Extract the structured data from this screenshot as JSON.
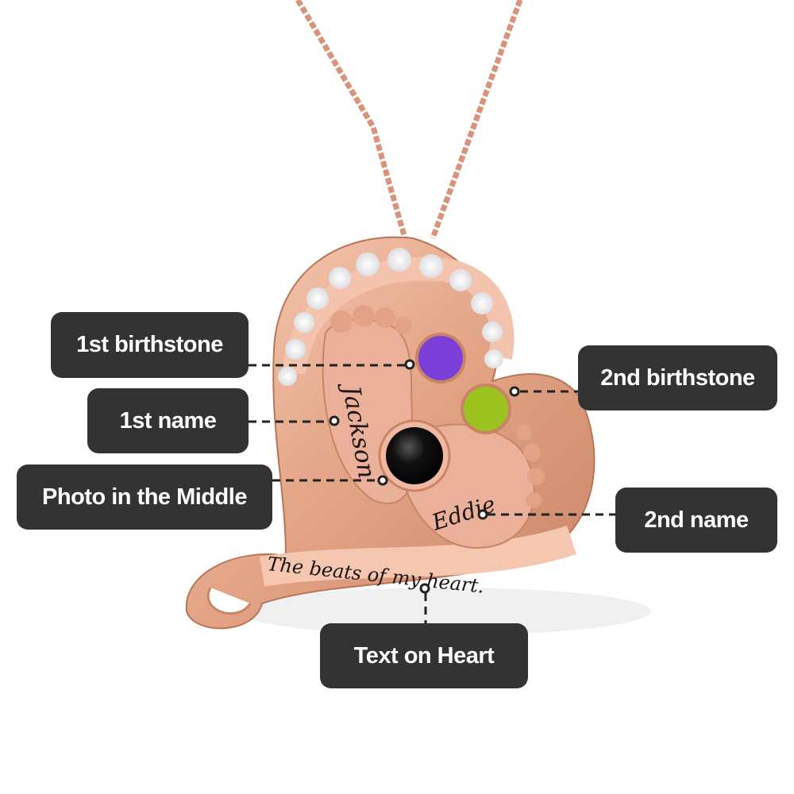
{
  "labels": {
    "first_birthstone": "1st birthstone",
    "first_name": "1st name",
    "photo": "Photo in the Middle",
    "second_birthstone": "2nd birthstone",
    "second_name": "2nd name",
    "text_on_heart": "Text on Heart"
  },
  "engraving": {
    "first_name": "Jackson",
    "second_name": "Eddie",
    "heart_text": "The beats of my heart."
  },
  "colors": {
    "label_bg": "#333333",
    "rose_gold": "#e7a98e",
    "first_stone": "#7b3fd9",
    "second_stone": "#9cc21f",
    "photo_stone": "#111111"
  }
}
